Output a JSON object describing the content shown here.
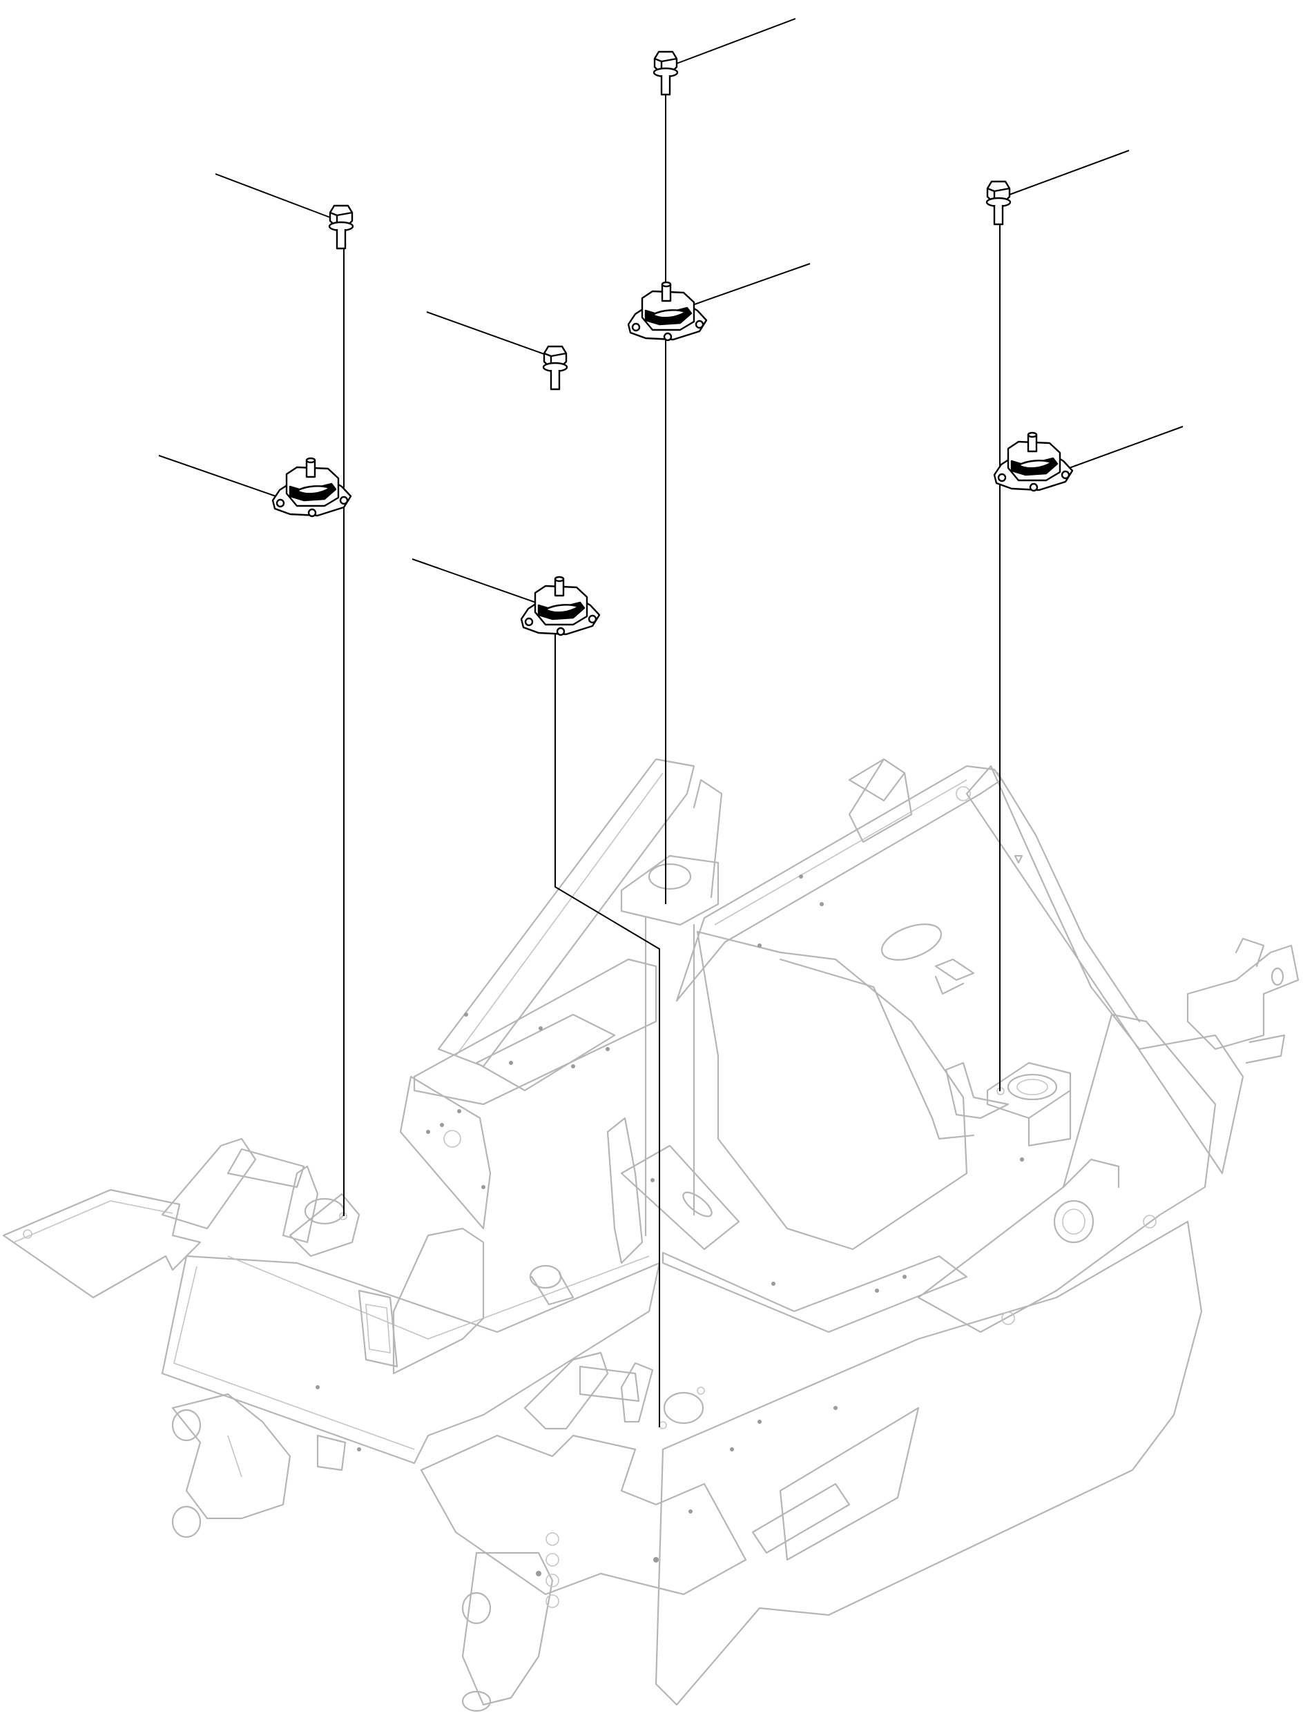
{
  "diagram": {
    "view": "exploded",
    "subject": "frame",
    "colors": {
      "frame_line": "#b5b5b5",
      "part_line": "#000000",
      "background": "#ffffff"
    },
    "fasteners": [
      {
        "id": "bolt-1",
        "kind": "bolt"
      },
      {
        "id": "bolt-2",
        "kind": "bolt"
      },
      {
        "id": "bolt-3",
        "kind": "bolt"
      },
      {
        "id": "bolt-4",
        "kind": "bolt"
      }
    ],
    "mounts": [
      {
        "id": "mount-1",
        "kind": "mount"
      },
      {
        "id": "mount-2",
        "kind": "mount"
      },
      {
        "id": "mount-3",
        "kind": "mount"
      },
      {
        "id": "mount-4",
        "kind": "mount"
      }
    ],
    "callouts": [
      "",
      "",
      "",
      "",
      "",
      "",
      "",
      ""
    ]
  }
}
